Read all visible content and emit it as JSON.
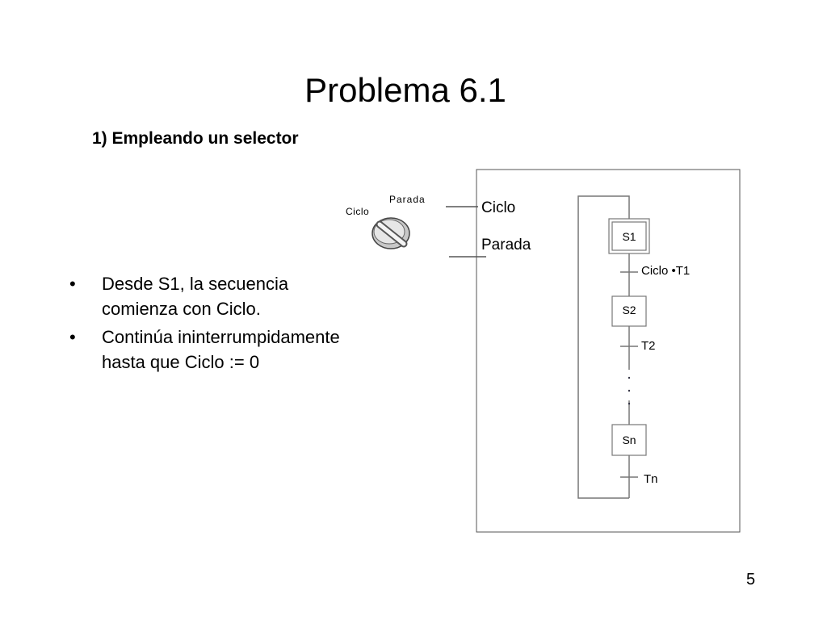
{
  "slide": {
    "title": "Problema 6.1",
    "subtitle": "1) Empleando un selector",
    "page_number": "5"
  },
  "bullets": [
    {
      "symbol": "•",
      "text_line1": "Desde S1, la secuencia",
      "text_line2": "comienza con Ciclo."
    },
    {
      "symbol": "•",
      "text_line1": "Continúa ininterrumpidamente",
      "text_line2": "hasta que Ciclo := 0"
    }
  ],
  "selector": {
    "label_ciclo": "Ciclo",
    "label_parada": "Parada"
  },
  "inputs": {
    "ciclo": "Ciclo",
    "parada": "Parada"
  },
  "grafcet": {
    "steps": [
      "S1",
      "S2",
      "Sn"
    ],
    "transitions": [
      "Ciclo •T1",
      "T2",
      "Tn"
    ]
  }
}
